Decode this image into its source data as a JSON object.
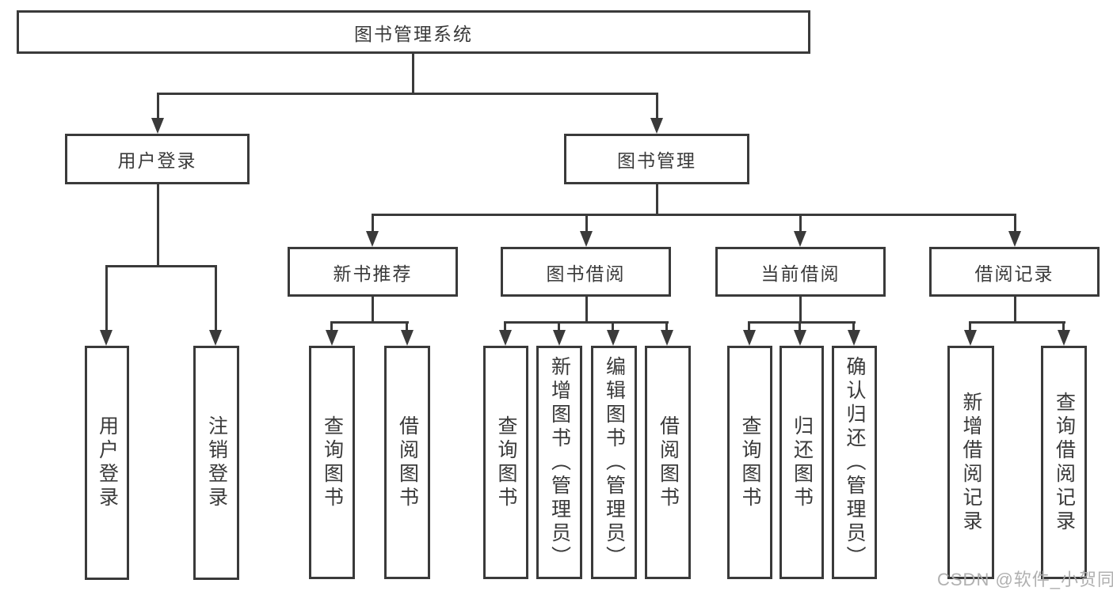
{
  "diagram": {
    "watermark": "CSDN @软件_小贺同学",
    "colors": {
      "line": "#3a3a3a",
      "text": "#3a3a3a",
      "watermark": "#acacac",
      "background": "#ffffff"
    },
    "tree": {
      "root": {
        "label": "图书管理系统"
      },
      "branches": [
        {
          "label": "用户登录",
          "leaves": [
            {
              "label": "用户登录"
            },
            {
              "label": "注销登录"
            }
          ]
        },
        {
          "label": "图书管理",
          "groups": [
            {
              "label": "新书推荐",
              "leaves": [
                {
                  "label": "查询图书"
                },
                {
                  "label": "借阅图书"
                }
              ]
            },
            {
              "label": "图书借阅",
              "leaves": [
                {
                  "label": "查询图书"
                },
                {
                  "label": "新增图书（管理员）"
                },
                {
                  "label": "编辑图书（管理员）"
                },
                {
                  "label": "借阅图书"
                }
              ]
            },
            {
              "label": "当前借阅",
              "leaves": [
                {
                  "label": "查询图书"
                },
                {
                  "label": "归还图书"
                },
                {
                  "label": "确认归还（管理员）"
                }
              ]
            },
            {
              "label": "借阅记录",
              "leaves": [
                {
                  "label": "新增借阅记录"
                },
                {
                  "label": "查询借阅记录"
                }
              ]
            }
          ]
        }
      ]
    }
  }
}
